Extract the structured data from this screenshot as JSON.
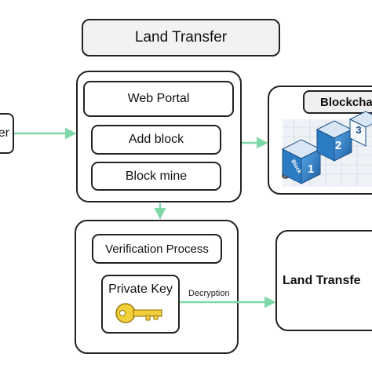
{
  "title": "Land Transfer",
  "left_node": "er",
  "portal": {
    "items": [
      "Web Portal",
      "Add block",
      "Block mine"
    ]
  },
  "blockchain": {
    "label": "Blockcha",
    "blocks": [
      "1",
      "2",
      "3"
    ],
    "block_word": "Block"
  },
  "verification": {
    "label": "Verification Process",
    "private_key": "Private Key"
  },
  "edge_label": "Decryption",
  "result": "Land Transfe",
  "colors": {
    "arrow": "#7fd8a8",
    "key": "#f2d03b",
    "block": "#2c7cc4"
  }
}
